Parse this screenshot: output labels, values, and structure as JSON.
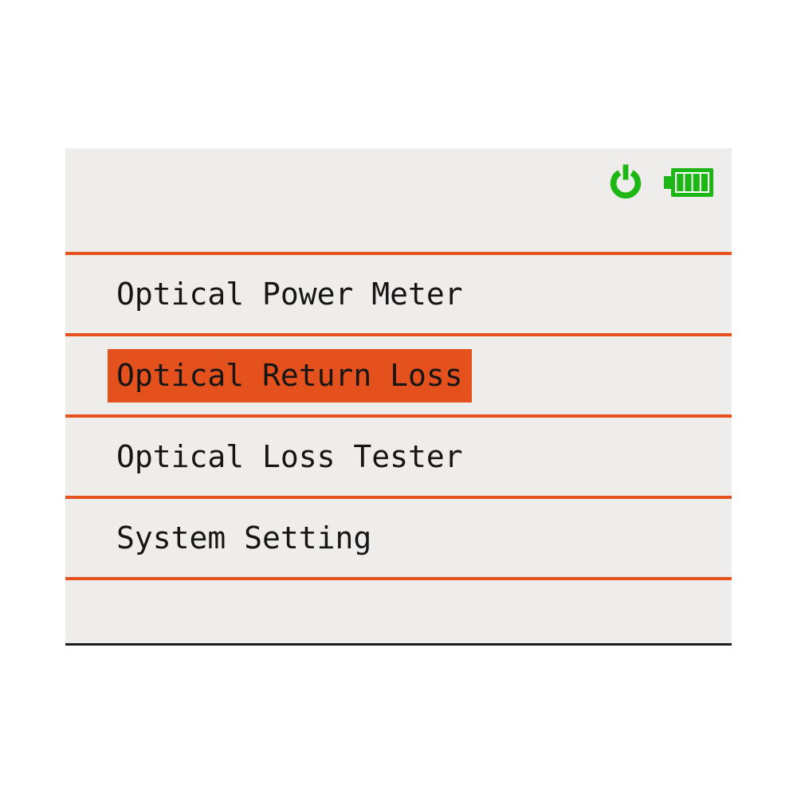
{
  "device_screen": {
    "status_bar": {
      "power_icon": "power-icon",
      "battery_icon": "battery-icon",
      "battery_bars": 4,
      "battery_level": "full"
    },
    "menu": {
      "items": [
        {
          "label": "Optical Power Meter",
          "selected": false
        },
        {
          "label": "Optical Return Loss",
          "selected": true
        },
        {
          "label": "Optical Loss Tester",
          "selected": false
        },
        {
          "label": "System Setting",
          "selected": false
        }
      ]
    },
    "colors": {
      "accent_orange": "#E5511D",
      "status_green": "#1CB714",
      "screen_background": "#EEEDEB",
      "text": "#161616",
      "bottom_border": "#1C1C1C"
    }
  }
}
